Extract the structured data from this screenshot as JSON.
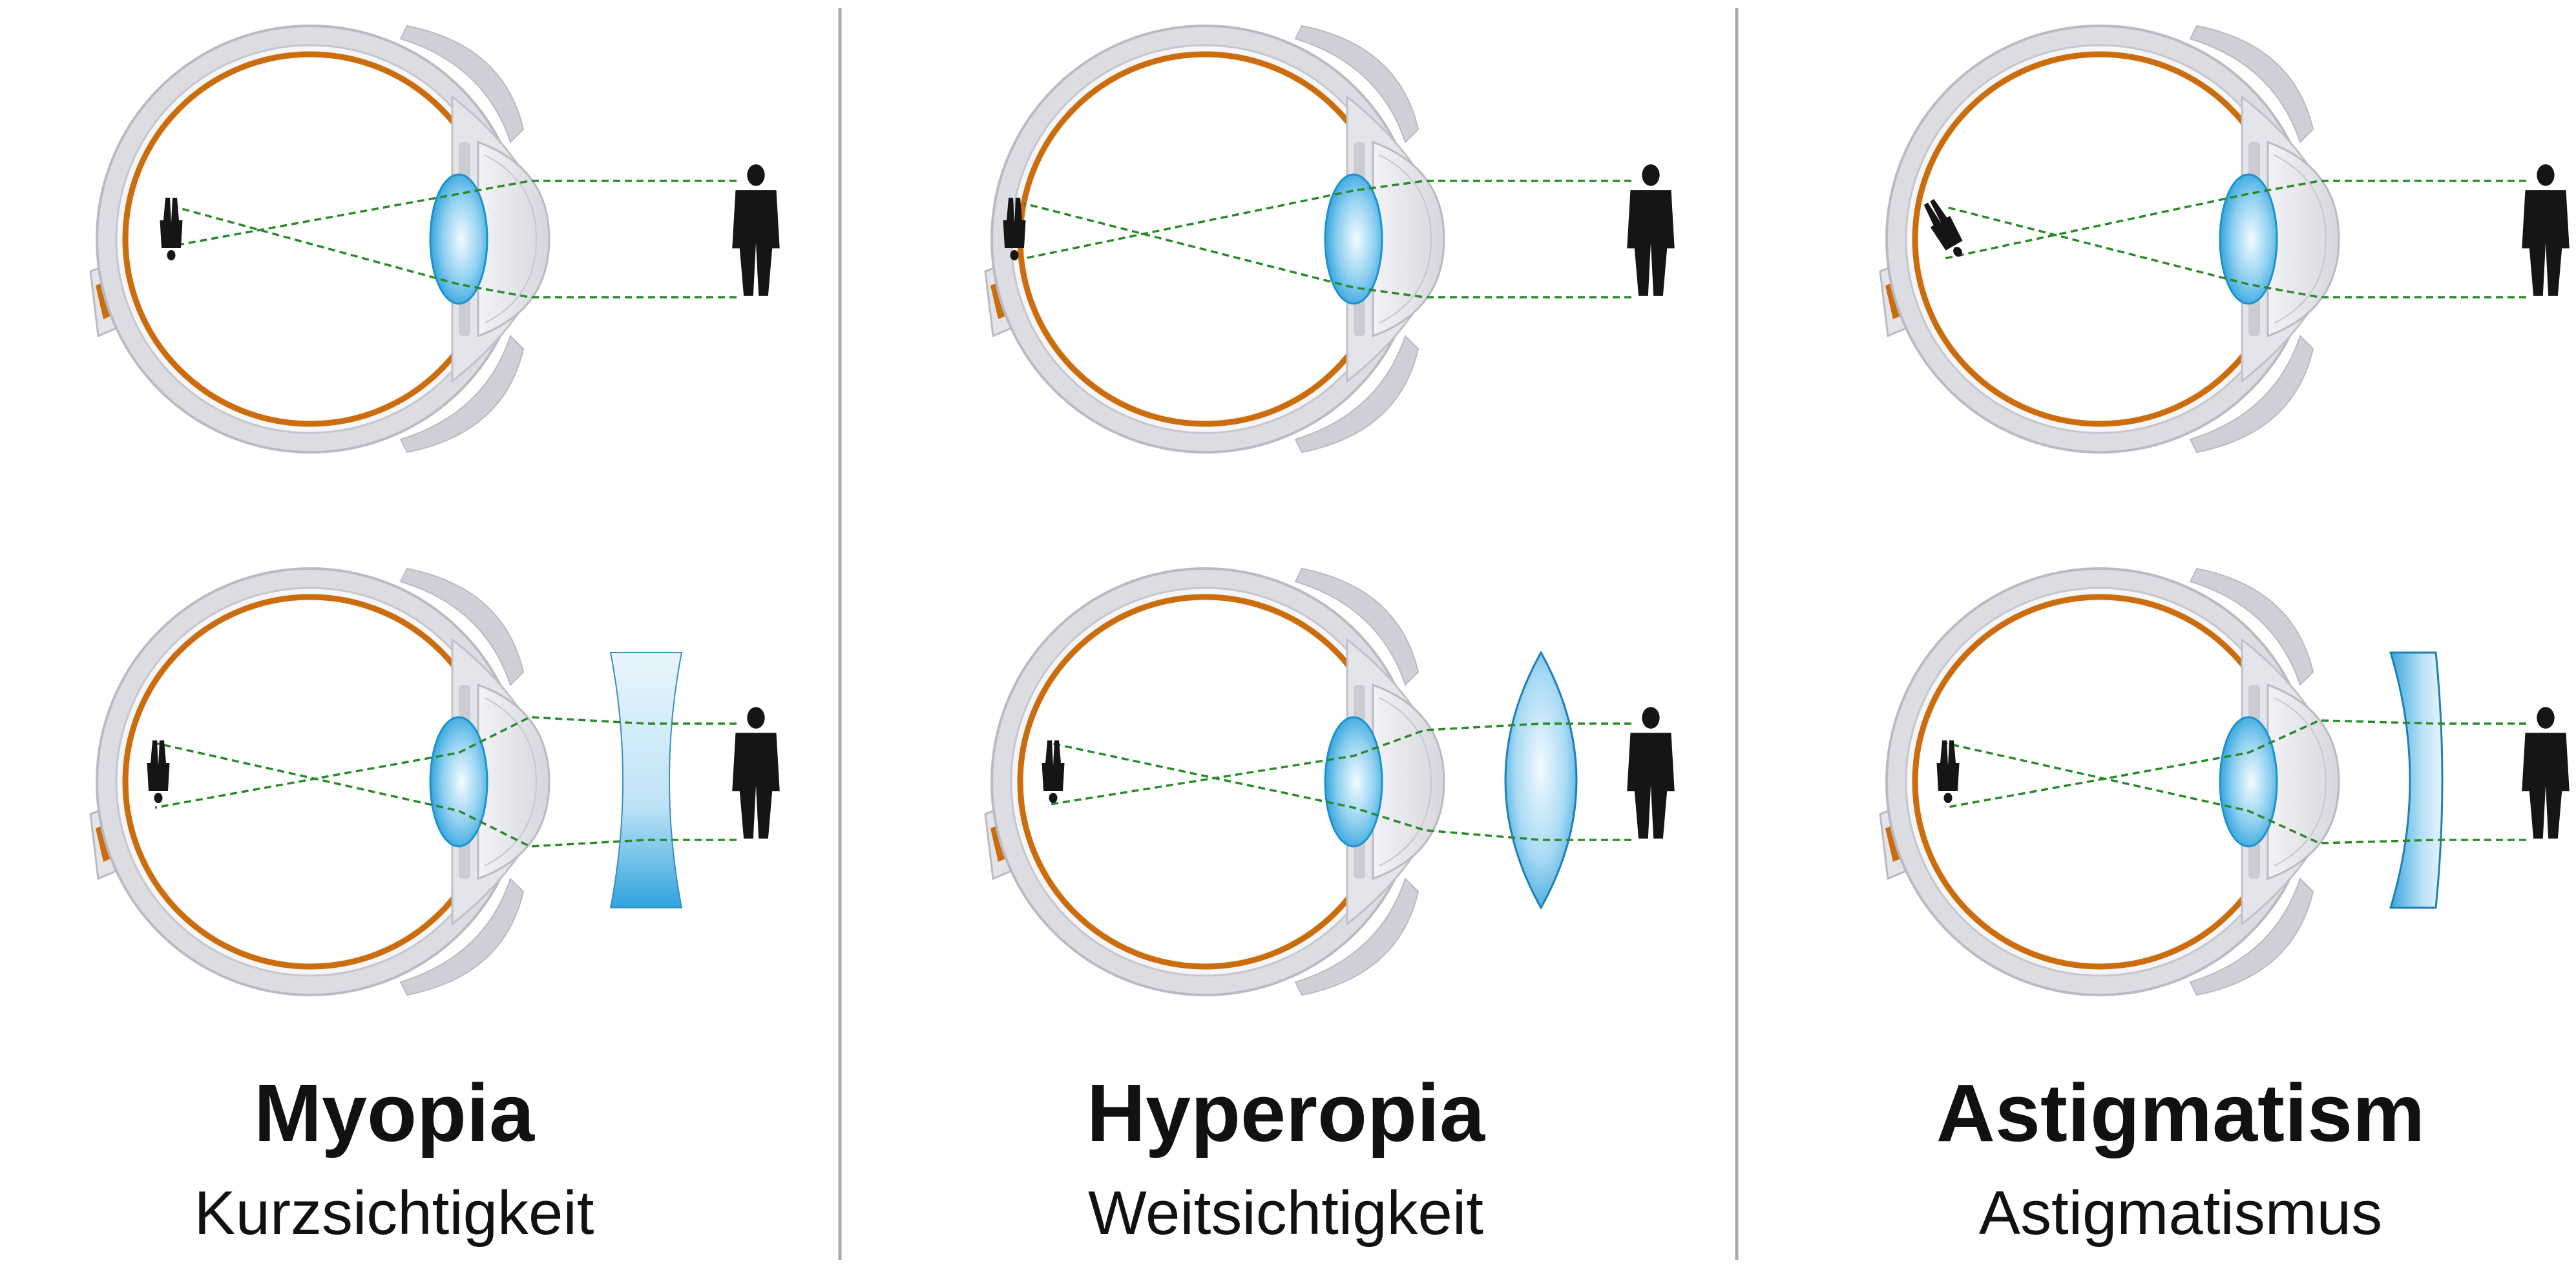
{
  "colors": {
    "sclera_outer": "#dcdde3",
    "sclera_edge": "#b9bac3",
    "retina": "#cc6d0d",
    "optic_nerve": "#cc6d0d",
    "lens_dark": "#1f9cd8",
    "lens_light": "#e9f6fd",
    "ray": "#2a8a2a",
    "divider": "#a9abb4",
    "figure": "#151515"
  },
  "columns": [
    {
      "title": "Myopia",
      "subtitle": "Kurzsichtigkeit",
      "condition": "myopia",
      "correction_lens": "concave"
    },
    {
      "title": "Hyperopia",
      "subtitle": "Weitsichtigkeit",
      "condition": "hyperopia",
      "correction_lens": "convex"
    },
    {
      "title": "Astigmatism",
      "subtitle": "Astigmatismus",
      "condition": "astigmatism",
      "correction_lens": "cylindrical"
    }
  ]
}
